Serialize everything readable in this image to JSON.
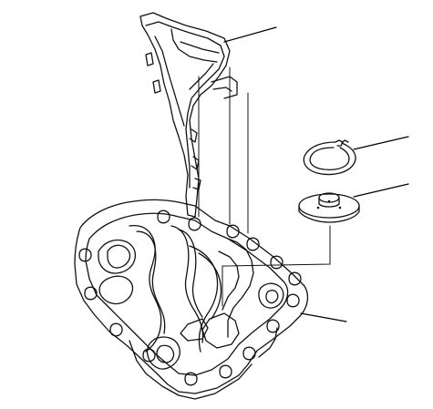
{
  "diagram": {
    "type": "exploded-parts-illustration",
    "background_color": "#ffffff",
    "line_color": "#111111",
    "callout_color": "#000000",
    "parts": [
      {
        "name": "transmission-housing",
        "view": "isometric-lineart"
      },
      {
        "name": "oil-guide-plate",
        "view": "isometric-lineart"
      },
      {
        "name": "snap-ring",
        "view": "isometric-lineart"
      },
      {
        "name": "magnet",
        "view": "isometric-lineart"
      }
    ],
    "callouts": [
      {
        "name": "callout-top"
      },
      {
        "name": "callout-ring"
      },
      {
        "name": "callout-magnet"
      },
      {
        "name": "callout-housing"
      }
    ]
  }
}
